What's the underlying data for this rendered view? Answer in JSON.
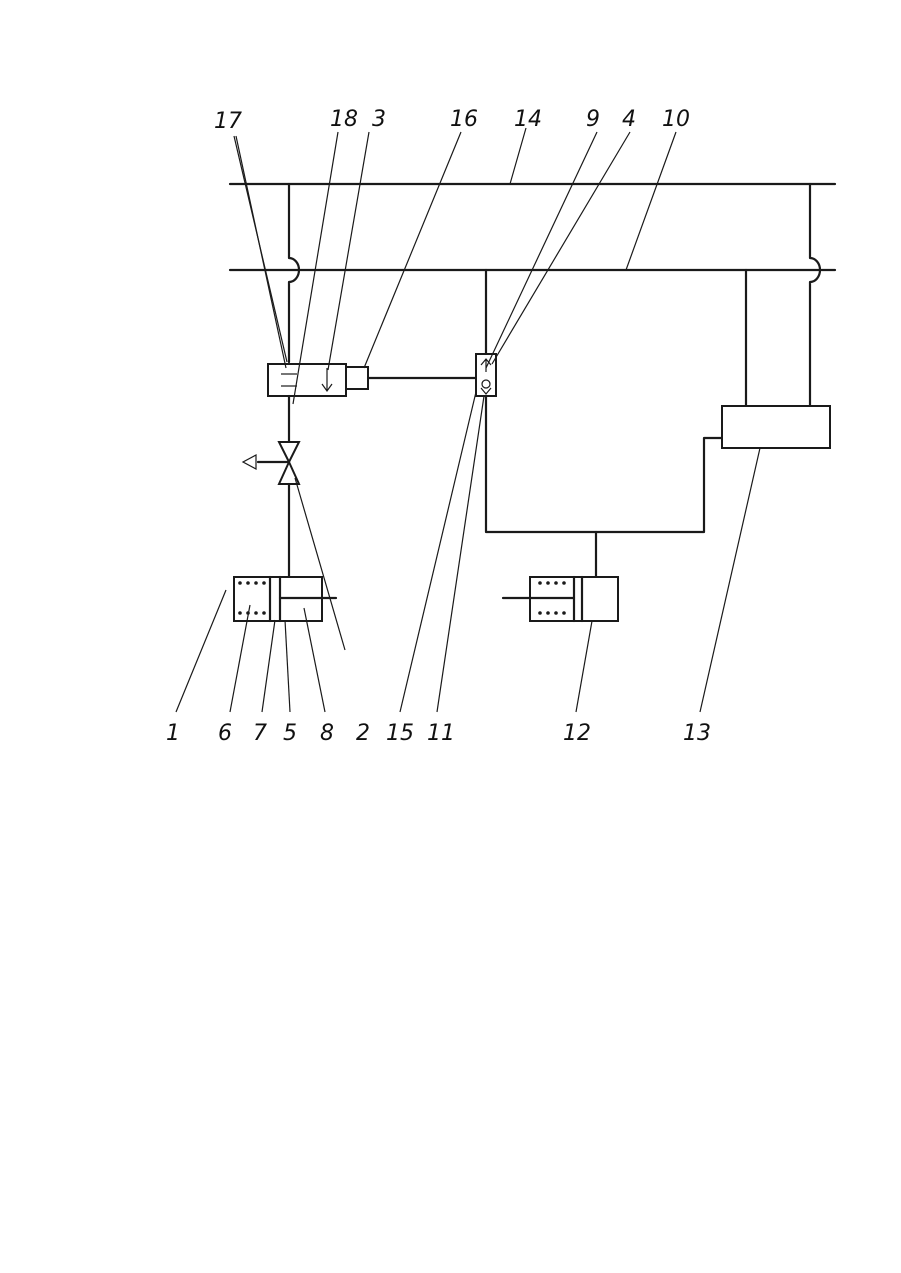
{
  "callouts": [
    {
      "id": "c1",
      "text": "1"
    },
    {
      "id": "c2",
      "text": "2"
    },
    {
      "id": "c3",
      "text": "3"
    },
    {
      "id": "c4",
      "text": "4"
    },
    {
      "id": "c5",
      "text": "5"
    },
    {
      "id": "c6",
      "text": "6"
    },
    {
      "id": "c7",
      "text": "7"
    },
    {
      "id": "c8",
      "text": "8"
    },
    {
      "id": "c9",
      "text": "9"
    },
    {
      "id": "c10",
      "text": "10"
    },
    {
      "id": "c11",
      "text": "11"
    },
    {
      "id": "c12",
      "text": "12"
    },
    {
      "id": "c13",
      "text": "13"
    },
    {
      "id": "c14",
      "text": "14"
    },
    {
      "id": "c15",
      "text": "15"
    },
    {
      "id": "c16",
      "text": "16"
    },
    {
      "id": "c17",
      "text": "17"
    },
    {
      "id": "c18",
      "text": "18"
    }
  ]
}
